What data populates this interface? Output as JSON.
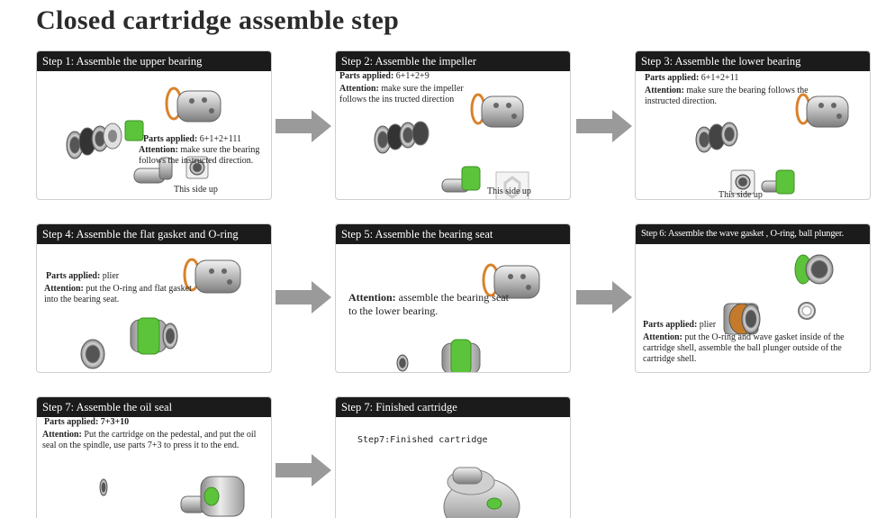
{
  "title": "Closed cartridge assemble step",
  "steps": [
    {
      "header": "Step 1: Assemble the upper bearing",
      "parts_label": "Parts applied:",
      "parts_value": "6+1+2+111",
      "attention_label": "Attention:",
      "attention_text": "make sure the bearing follows the instructed direction.",
      "note": "This side up"
    },
    {
      "header": "Step 2: Assemble the impeller",
      "parts_label": "Parts applied:",
      "parts_value": "6+1+2+9",
      "attention_label": "Attention:",
      "attention_text": "make sure the impeller follows the ins tructed direction",
      "note": "This side up"
    },
    {
      "header": "Step 3: Assemble the lower bearing",
      "parts_label": "Parts applied:",
      "parts_value": "6+1+2+11",
      "attention_label": "Attention:",
      "attention_text": "make sure the bearing follows the instructed direction.",
      "note": "This side up"
    },
    {
      "header": "Step 4: Assemble the flat gasket and O-ring",
      "parts_label": "Parts applied:",
      "parts_value": "plier",
      "attention_label": "Attention:",
      "attention_text": "put the O-ring and flat gasket into the bearing seat."
    },
    {
      "header": "Step 5: Assemble the bearing seat",
      "attention_label": "Attention:",
      "attention_text": "assemble the bearing seat to the lower bearing."
    },
    {
      "header": "Step 6: Assemble the wave gasket , O-ring, ball plunger.",
      "parts_label": "Parts applied:",
      "parts_value": "plier",
      "attention_label": "Attention:",
      "attention_text": "put the O-ring and wave gasket inside of the cartridge shell, assemble the ball plunger outside of the cartridge shell."
    },
    {
      "header": "Step 7: Assemble the oil seal",
      "parts_label": "Parts applied:",
      "parts_value": "7+3+10",
      "attention_label": "Attention:",
      "attention_text": "Put the cartridge on the pedestal, and put the oil seal on the spindle, use parts 7+3 to press it to the end."
    },
    {
      "header": "Step 7: Finished cartridge",
      "caption": "Step7:Finished cartridge"
    }
  ],
  "colors": {
    "header_bg": "#1b1b1b",
    "arrow": "#9a9a9a",
    "accent_green": "#5cc43a",
    "oring_orange": "#d9822b"
  }
}
